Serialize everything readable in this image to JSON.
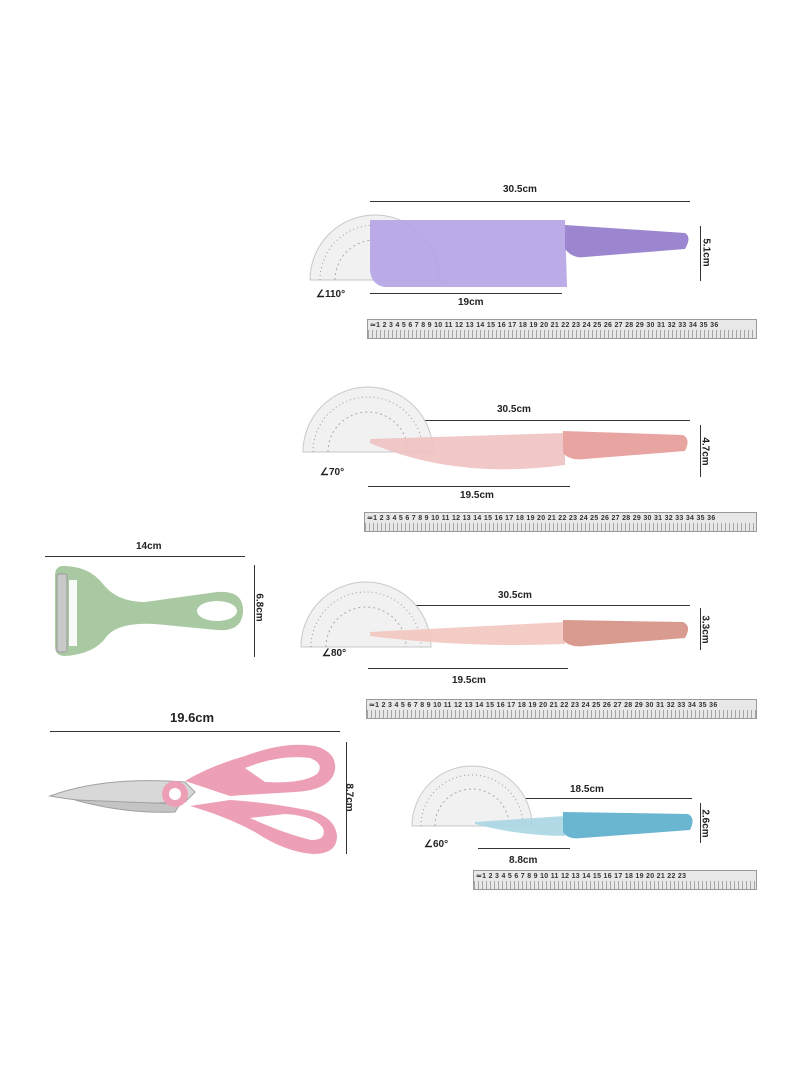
{
  "items": {
    "cleaver": {
      "length_label": "30.5cm",
      "blade_label": "19cm",
      "height_label": "5.1cm",
      "angle_label": "∠110°",
      "handle_color": "#9b86cf",
      "blade_color": "#b4a3e6"
    },
    "chef_knife": {
      "length_label": "30.5cm",
      "blade_label": "19.5cm",
      "height_label": "4.7cm",
      "angle_label": "∠70°",
      "handle_color": "#e8a4a0",
      "blade_color": "#f0c2c2"
    },
    "slicer_knife": {
      "length_label": "30.5cm",
      "blade_label": "19.5cm",
      "height_label": "3.3cm",
      "angle_label": "∠80°",
      "handle_color": "#d99a8f",
      "blade_color": "#f2c6c0"
    },
    "paring_knife": {
      "length_label": "18.5cm",
      "blade_label": "8.8cm",
      "height_label": "2.6cm",
      "angle_label": "∠60°",
      "handle_color": "#6ab5cf",
      "blade_color": "#a9d6e3"
    },
    "peeler": {
      "length_label": "14cm",
      "height_label": "6.8cm",
      "color": "#a9c9a3"
    },
    "scissors": {
      "length_label": "19.6cm",
      "height_label": "8.7cm",
      "color": "#ec9fb5"
    }
  },
  "rulers": {
    "long": "≃1 2 3 4 5 6 7 8 9 10 11 12 13 14 15 16 17 18 19 20 21 22 23 24 25 26 27 28 29 30 31 32 33 34 35 36",
    "short": "≃1 2 3 4 5 6 7 8 9 10 11 12 13 14 15 16 17 18 19 20 21 22 23"
  }
}
